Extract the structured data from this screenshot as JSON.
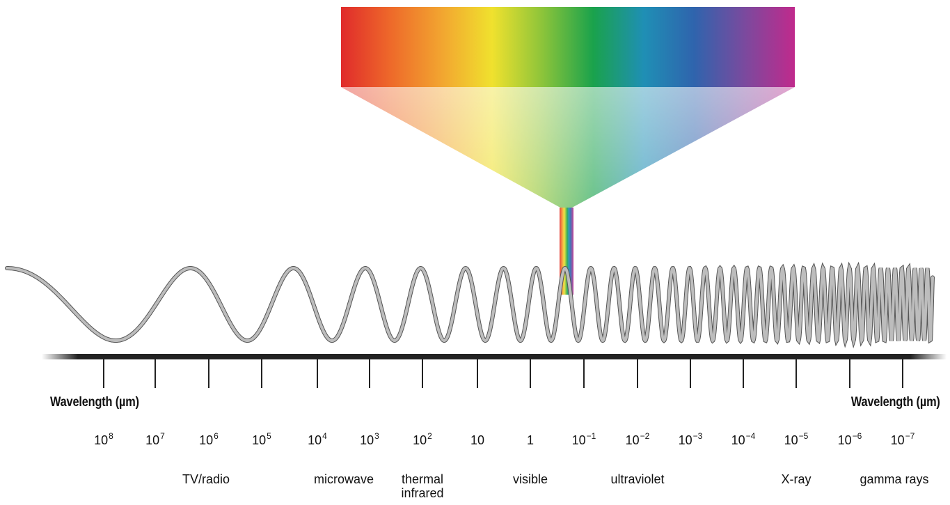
{
  "axis": {
    "title_left": "Wavelength (µm)",
    "title_right": "Wavelength (µm)"
  },
  "ticks": [
    {
      "base": "10",
      "exp": "8"
    },
    {
      "base": "10",
      "exp": "7"
    },
    {
      "base": "10",
      "exp": "6"
    },
    {
      "base": "10",
      "exp": "5"
    },
    {
      "base": "10",
      "exp": "4"
    },
    {
      "base": "10",
      "exp": "3"
    },
    {
      "base": "10",
      "exp": "2"
    },
    {
      "base": "10",
      "exp": ""
    },
    {
      "base": "1",
      "exp": ""
    },
    {
      "base": "10",
      "exp": "−1"
    },
    {
      "base": "10",
      "exp": "−2"
    },
    {
      "base": "10",
      "exp": "−3"
    },
    {
      "base": "10",
      "exp": "−4"
    },
    {
      "base": "10",
      "exp": "−5"
    },
    {
      "base": "10",
      "exp": "−6"
    },
    {
      "base": "10",
      "exp": "−7"
    }
  ],
  "bands": [
    {
      "label": "TV/radio"
    },
    {
      "label": "microwave"
    },
    {
      "label": "thermal\ninfrared"
    },
    {
      "label": "visible"
    },
    {
      "label": "ultraviolet"
    },
    {
      "label": "X-ray"
    },
    {
      "label": "gamma rays"
    }
  ],
  "spectrum_colors": [
    "#e02b2b",
    "#ee6a2a",
    "#f2a530",
    "#f0e12e",
    "#8cc43a",
    "#1aa24c",
    "#1f8fb5",
    "#2f64ad",
    "#7a4a9e",
    "#c02a8c"
  ]
}
